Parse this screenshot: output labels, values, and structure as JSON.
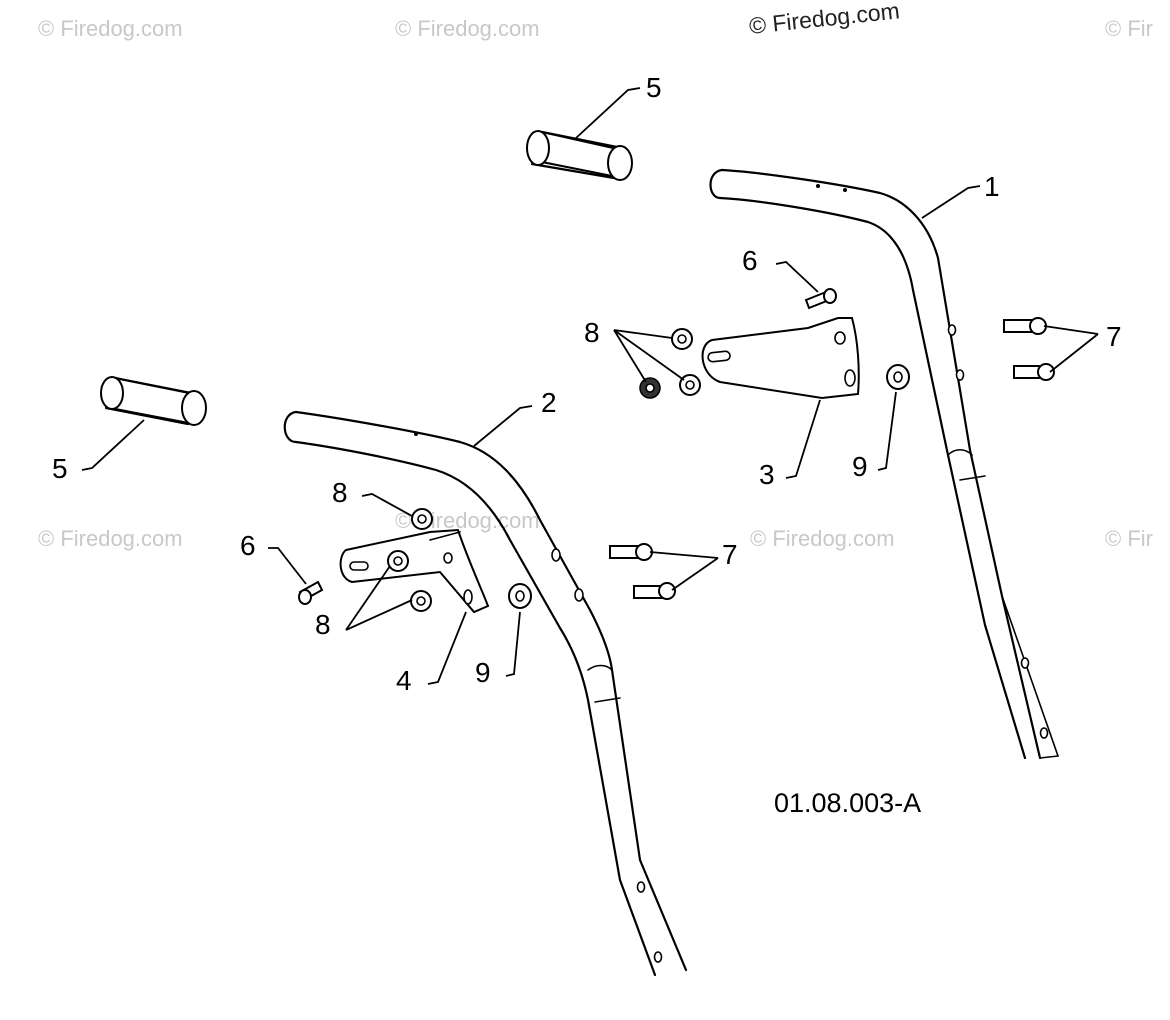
{
  "watermarks": {
    "text": "© Firedog.com",
    "partial": "© Fir",
    "header": "© Firedog.com"
  },
  "diagram_code": "01.08.003-A",
  "callouts": {
    "handle_right": "1",
    "handle_left": "2",
    "bracket_right": "3",
    "bracket_left": "4",
    "grip_top": "5",
    "grip_left": "5",
    "bolt_right": "6",
    "bolt_left": "6",
    "screws_right": "7",
    "screws_left": "7",
    "nuts_right": "8",
    "nut_left_top": "8",
    "nuts_left_bottom": "8",
    "washer_right": "9",
    "washer_left": "9"
  },
  "colors": {
    "line": "#000000",
    "watermark": "#c8c8c8",
    "background": "#ffffff"
  }
}
